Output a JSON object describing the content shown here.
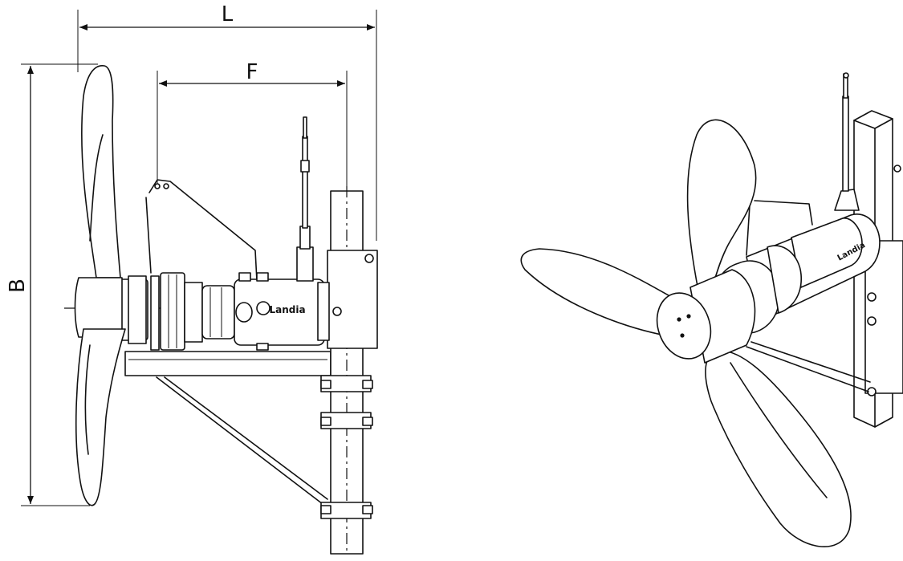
{
  "dimensions": {
    "L": "L",
    "F": "F",
    "B": "B"
  },
  "brand": "Landia"
}
